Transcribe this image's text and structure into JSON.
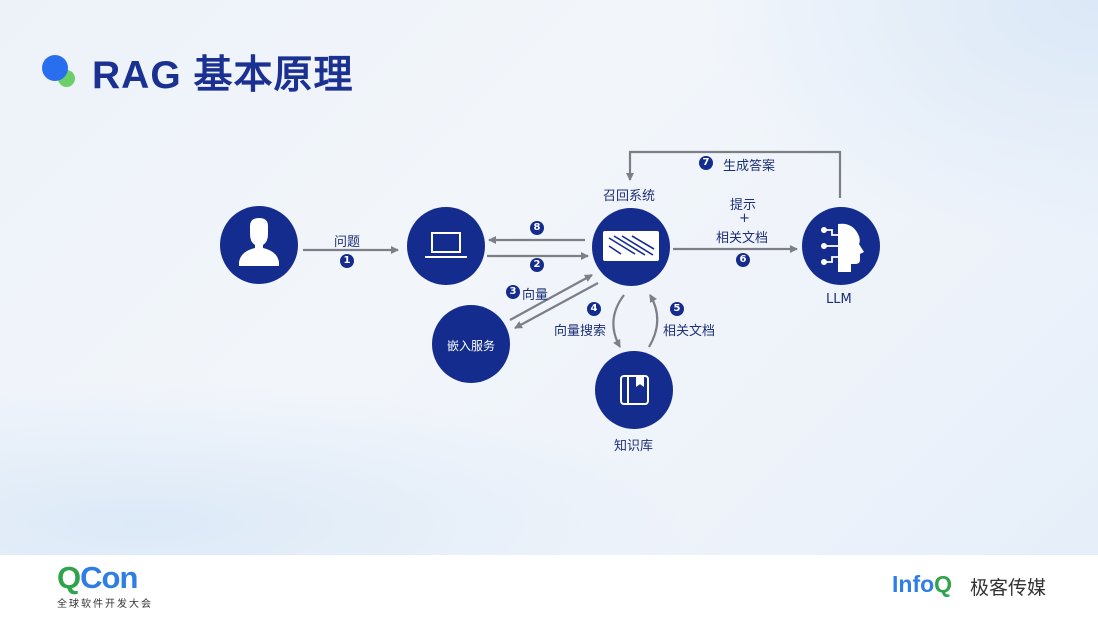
{
  "slide": {
    "title": "RAG 基本原理",
    "accent_color": "#142c8e"
  },
  "nodes": {
    "user": {
      "icon": "user-icon"
    },
    "client": {
      "icon": "laptop-icon"
    },
    "retrieval": {
      "label": "召回系统",
      "icon": "document-lines-icon"
    },
    "embedding": {
      "label": "嵌入服务"
    },
    "knowledge_base": {
      "label": "知识库",
      "icon": "book-icon"
    },
    "llm": {
      "label": "LLM",
      "icon": "ai-head-icon"
    }
  },
  "edges": {
    "e1": {
      "num": "1",
      "label": "问题"
    },
    "e2": {
      "num": "2"
    },
    "e3": {
      "num": "3",
      "label": "向量"
    },
    "e4": {
      "num": "4",
      "label": "向量搜索"
    },
    "e5": {
      "num": "5",
      "label": "相关文档"
    },
    "e6": {
      "num": "6",
      "label_line1": "提示",
      "label_plus": "+",
      "label_line2": "相关文档"
    },
    "e7": {
      "num": "7",
      "label": "生成答案"
    },
    "e8": {
      "num": "8"
    }
  },
  "footer": {
    "qcon_q": "Q",
    "qcon_con": "Con",
    "qcon_subtitle": "全球软件开发大会",
    "infoq_info": "Info",
    "infoq_q": "Q",
    "infoq_cn": "极客传媒"
  }
}
